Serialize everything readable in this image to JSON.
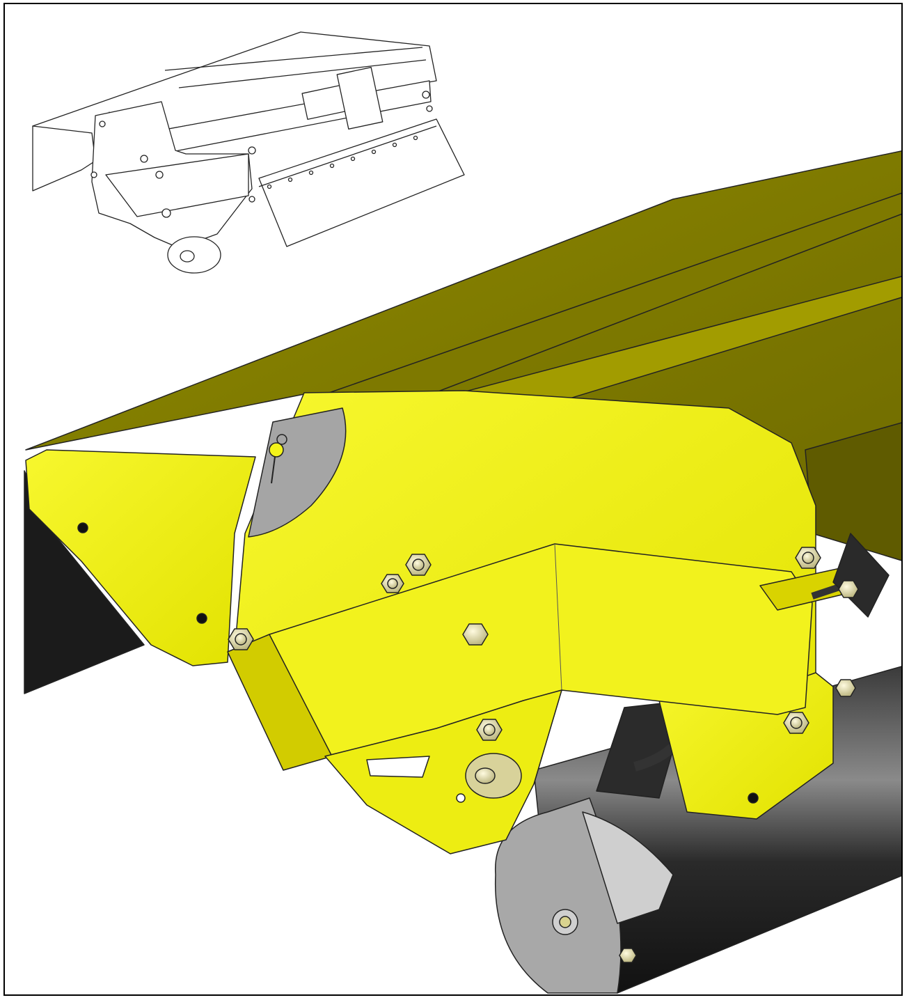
{
  "figure": {
    "kind": "mechanical-assembly-illustration",
    "inset": "line-drawing-overview",
    "main": "shaded-3d-detail"
  },
  "colors": {
    "frame": "#000000",
    "background": "#ffffff",
    "yellow_light": "#f3f31a",
    "yellow_mid": "#e6e600",
    "yellow_dark": "#b6b000",
    "olive": "#8f8a00",
    "olive_dark": "#6e6a00",
    "black_skirt": "#1b1b1b",
    "steel_gray": "#9a9a9a",
    "steel_light": "#cfcfcf",
    "bolt": "#dcd8a0",
    "line": "#222222"
  }
}
